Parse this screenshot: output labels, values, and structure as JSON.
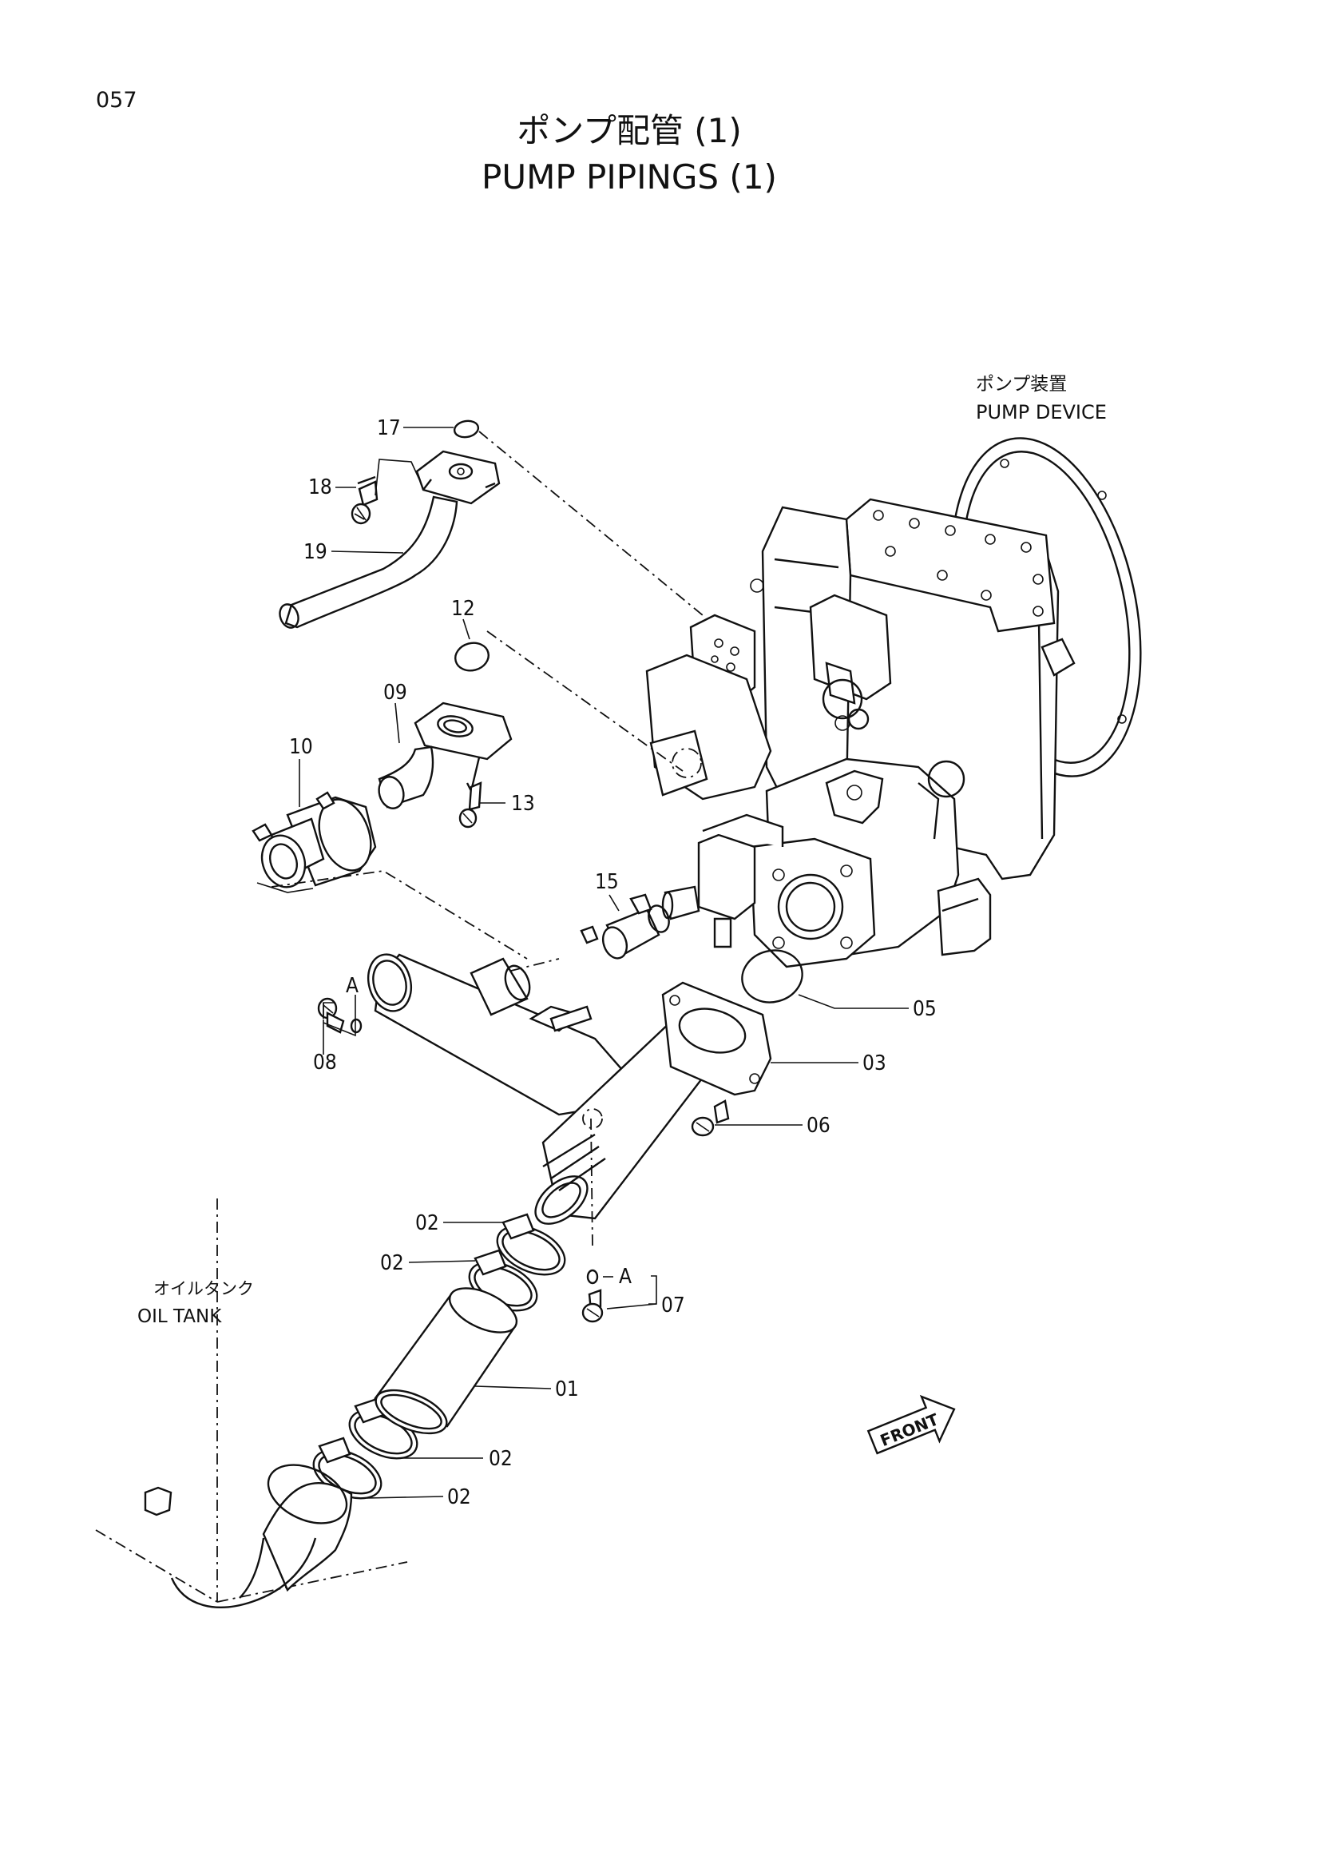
{
  "page_number": "057",
  "title_jp": "ポンプ配管 (1)",
  "title_en": "PUMP PIPINGS (1)",
  "assemblies": {
    "pump_device_jp": "ポンプ装置",
    "pump_device_en": "PUMP DEVICE",
    "oil_tank_jp": "オイルタンク",
    "oil_tank_en": "OIL TANK"
  },
  "front_label": "FRONT",
  "detail_marker": "A",
  "callouts": [
    "17",
    "18",
    "19",
    "12",
    "09",
    "10",
    "13",
    "15",
    "05",
    "08",
    "03",
    "06",
    "02",
    "02",
    "07",
    "01",
    "02",
    "02"
  ]
}
